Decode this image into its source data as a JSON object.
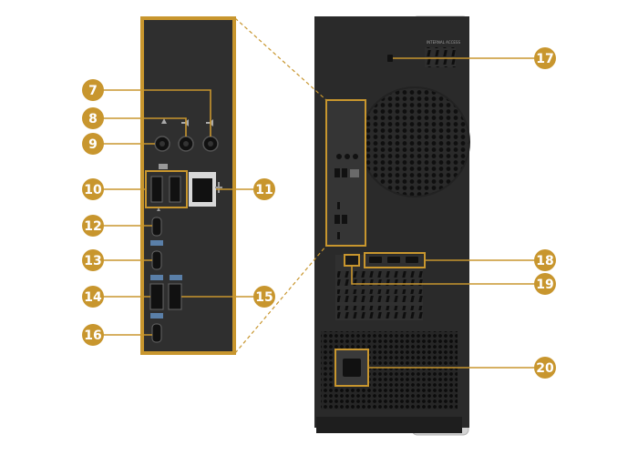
{
  "colors": {
    "accent": "#c8962e",
    "panel": "#2f2f2f",
    "chassis": "#2a2a2a",
    "port": "#151515",
    "silver": "#c9c9c9"
  },
  "tower_label": "INTERNAL ACCESS",
  "callouts": [
    {
      "number": "7"
    },
    {
      "number": "8"
    },
    {
      "number": "9"
    },
    {
      "number": "10"
    },
    {
      "number": "11"
    },
    {
      "number": "12"
    },
    {
      "number": "13"
    },
    {
      "number": "14"
    },
    {
      "number": "15"
    },
    {
      "number": "16"
    },
    {
      "number": "17"
    },
    {
      "number": "18"
    },
    {
      "number": "19"
    },
    {
      "number": "20"
    }
  ]
}
